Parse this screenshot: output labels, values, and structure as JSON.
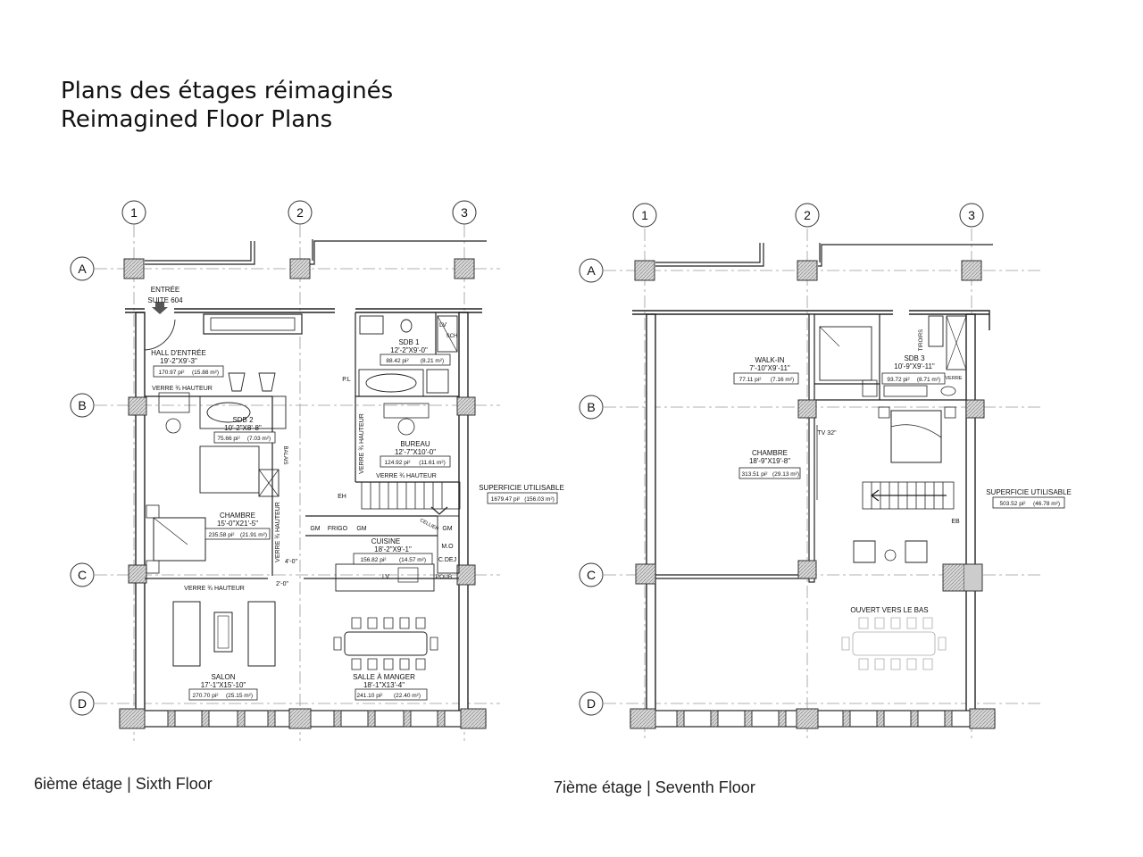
{
  "title": {
    "line1": "Plans des étages réimaginés",
    "line2": "Reimagined Floor Plans"
  },
  "sixth_floor": {
    "caption": "6ième étage | Sixth Floor",
    "grid_columns": [
      "1",
      "2",
      "3"
    ],
    "grid_rows": [
      "A",
      "B",
      "C",
      "D"
    ],
    "entry": [
      "ENTRÉE",
      "SUITE 604"
    ],
    "rooms": {
      "hall": {
        "name": "HALL D'ENTRÉE",
        "dims": "19'-2\"X9'-3\"",
        "area_ft": "170.97 pi²",
        "area_m": "(15.88 m²)"
      },
      "sdb1": {
        "name": "SDB 1",
        "dims": "12'-2\"X9'-0\"",
        "area_ft": "88.42 pi²",
        "area_m": "(8.21 m²)"
      },
      "sdb2": {
        "name": "SDB 2",
        "dims": "10'-2\"X8'-8\"",
        "area_ft": "75.66 pi²",
        "area_m": "(7.03 m²)"
      },
      "bureau": {
        "name": "BUREAU",
        "dims": "12'-7\"X10'-0\"",
        "area_ft": "124.92 pi²",
        "area_m": "(11.61 m²)"
      },
      "chambre": {
        "name": "CHAMBRE",
        "dims": "15'-0\"X21'-5\"",
        "area_ft": "235.58 pi²",
        "area_m": "(21.91 m²)"
      },
      "cuisine": {
        "name": "CUISINE",
        "dims": "18'-2\"X9'-1\"",
        "area_ft": "156.82 pi²",
        "area_m": "(14.57 m²)"
      },
      "salon": {
        "name": "SALON",
        "dims": "17'-1\"X15'-10\"",
        "area_ft": "270.70 pi²",
        "area_m": "(25.15 m²)"
      },
      "salle": {
        "name": "SALLE À MANGER",
        "dims": "18'-1\"X13'-4\"",
        "area_ft": "241.10 pi²",
        "area_m": "(22.40 m²)"
      }
    },
    "labels": {
      "verre_hauteur": "VERRE ¾ HAUTEUR",
      "lv": "LV",
      "sch": "SCH",
      "pl": "P.L",
      "balais": "BALAIS",
      "eh": "EH",
      "gm": "GM",
      "frigo": "FRIGO",
      "cellier": "CELLIER",
      "mo": "M.O",
      "cdej": "C.DEJ",
      "poub": "POUB",
      "dim1": "4'-0\"",
      "dim2": "2'-0\""
    },
    "usable": {
      "label": "SUPERFICIE UTILISABLE",
      "area_ft": "1679.47 pi²",
      "area_m": "(156.03 m²)"
    }
  },
  "seventh_floor": {
    "caption": "7ième étage | Seventh Floor",
    "grid_columns": [
      "1",
      "2",
      "3"
    ],
    "grid_rows": [
      "A",
      "B",
      "C",
      "D"
    ],
    "rooms": {
      "walkin": {
        "name": "WALK-IN",
        "dims": "7'-10\"X9'-11\"",
        "area_ft": "77.11 pi²",
        "area_m": "(7.16 m²)"
      },
      "sdb3": {
        "name": "SDB 3",
        "dims": "10'-9\"X9'-11\"",
        "area_ft": "93.72 pi²",
        "area_m": "(8.71 m²)"
      },
      "chambre": {
        "name": "CHAMBRE",
        "dims": "18'-9\"X19'-8\"",
        "area_ft": "313.51 pi²",
        "area_m": "(29.13 m²)"
      }
    },
    "labels": {
      "tiroirs": "TIROIRS",
      "verre": "VERRE",
      "tv": "TV 32\"",
      "eb": "EB",
      "ouvert": "OUVERT VERS LE BAS"
    },
    "usable": {
      "label": "SUPERFICIE UTILISABLE",
      "area_ft": "503.52 pi²",
      "area_m": "(46.78 m²)"
    }
  }
}
